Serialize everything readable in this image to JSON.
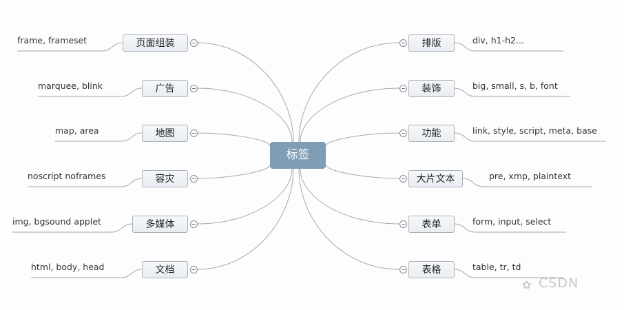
{
  "center": "标签",
  "left": [
    {
      "label": "页面组装",
      "leaf": "frame, frameset"
    },
    {
      "label": "广告",
      "leaf": "marquee, blink"
    },
    {
      "label": "地图",
      "leaf": "map, area"
    },
    {
      "label": "容灾",
      "leaf": "noscript noframes"
    },
    {
      "label": "多媒体",
      "leaf": "img, bgsound applet"
    },
    {
      "label": "文档",
      "leaf": "html, body, head"
    }
  ],
  "right": [
    {
      "label": "排版",
      "leaf": "div, h1-h2..."
    },
    {
      "label": "装饰",
      "leaf": "big, small, s, b, font"
    },
    {
      "label": "功能",
      "leaf": "link, style, script, meta, base"
    },
    {
      "label": "大片文本",
      "leaf": "pre, xmp, plaintext"
    },
    {
      "label": "表单",
      "leaf": "form, input, select"
    },
    {
      "label": "表格",
      "leaf": "table, tr, td"
    }
  ],
  "watermark": "CSDN"
}
